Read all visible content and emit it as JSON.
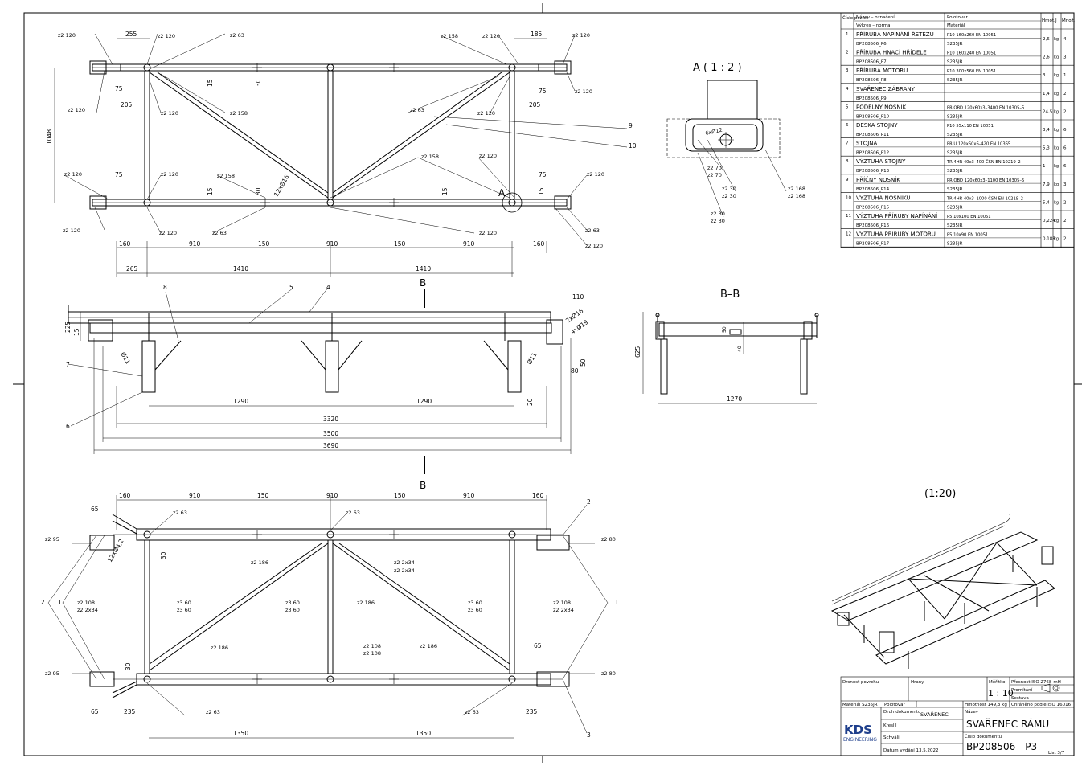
{
  "bom": {
    "headers": [
      "Číslo pozice",
      "Název – označení",
      "Výkres – norma",
      "Polotovar",
      "Materiál",
      "Hmot.",
      "J",
      "Množ."
    ],
    "rows": [
      {
        "pos": "1",
        "name": "PŘÍRUBA NAPÍNÁNÍ ŘETĚZU",
        "drawing": "BP208506_P6",
        "semi": "P10 160x260 EN 10051",
        "material": "S235JR",
        "mass": "2,6",
        "unit": "kg",
        "qty": "4"
      },
      {
        "pos": "2",
        "name": "PŘÍRUBA HNACÍ HŘÍDELE",
        "drawing": "BP208506_P7",
        "semi": "P10 160x240 EN 10051",
        "material": "S235JR",
        "mass": "2,6",
        "unit": "kg",
        "qty": "3"
      },
      {
        "pos": "3",
        "name": "PŘÍRUBA MOTORU",
        "drawing": "BP208506_P8",
        "semi": "P10 300x560 EN 10051",
        "material": "S235JR",
        "mass": "3",
        "unit": "kg",
        "qty": "1"
      },
      {
        "pos": "4",
        "name": "SVAŘENEC ZÁBRANY",
        "drawing": "BP208506_P9",
        "semi": "",
        "material": "",
        "mass": "1,4",
        "unit": "kg",
        "qty": "2"
      },
      {
        "pos": "5",
        "name": "PODÉLNÝ NOSNÍK",
        "drawing": "BP208506_P10",
        "semi": "PR OBD 120x60x3–3400 EN 10305–5",
        "material": "S235JR",
        "mass": "24,5",
        "unit": "kg",
        "qty": "2"
      },
      {
        "pos": "6",
        "name": "DESKA STOJNY",
        "drawing": "BP208506_P11",
        "semi": "P10 55x110 EN 10051",
        "material": "S235JR",
        "mass": "3,4",
        "unit": "kg",
        "qty": "6"
      },
      {
        "pos": "7",
        "name": "STOJNA",
        "drawing": "BP208506_P12",
        "semi": "PR U 120x60x6–420 EN 10365",
        "material": "S235JR",
        "mass": "5,3",
        "unit": "kg",
        "qty": "6"
      },
      {
        "pos": "8",
        "name": "VÝZTUHA STOJNY",
        "drawing": "BP208506_P13",
        "semi": "TR 4HR 40x3–400 ČSN EN 10219–2",
        "material": "S235JR",
        "mass": "1",
        "unit": "kg",
        "qty": "6"
      },
      {
        "pos": "9",
        "name": "PŘÍČNÝ NOSNÍK",
        "drawing": "BP208506_P14",
        "semi": "PR OBD 120x60x3–1100 EN 10305–5",
        "material": "S235JR",
        "mass": "7,9",
        "unit": "kg",
        "qty": "3"
      },
      {
        "pos": "10",
        "name": "VÝZTUHA NOSNÍKU",
        "drawing": "BP208506_P15",
        "semi": "TR 4HR 40x3–1000 ČSN EN 10219–2",
        "material": "S235JR",
        "mass": "5,4",
        "unit": "kg",
        "qty": "2"
      },
      {
        "pos": "11",
        "name": "VÝZTUHA PŘÍRUBY NAPÍNÁNÍ",
        "drawing": "BP208506_P16",
        "semi": "P5 10x100 EN 10051",
        "material": "S235JR",
        "mass": "0,224",
        "unit": "kg",
        "qty": "2"
      },
      {
        "pos": "12",
        "name": "VÝZTUHA PŘÍRUBY MOTORU",
        "drawing": "BP208506_P17",
        "semi": "P5 10x90 EN 10051",
        "material": "S235JR",
        "mass": "0,188",
        "unit": "kg",
        "qty": "2"
      }
    ]
  },
  "views": {
    "detail_a_title": "A ( 1 : 2 )",
    "section_bb_title": "B–B",
    "iso_scale": "(1:20)",
    "section_letter": "B",
    "detail_letter": "A"
  },
  "top_dims": {
    "row_top": [
      "255",
      "185"
    ],
    "row_bottom": [
      "160",
      "910",
      "150",
      "910",
      "150",
      "910",
      "160"
    ],
    "row_sum": [
      "265",
      "1410",
      "1410"
    ],
    "left": [
      "75",
      "205",
      "75"
    ],
    "right": [
      "75",
      "205",
      "75"
    ],
    "height": "1048",
    "small": [
      "15",
      "30",
      "15",
      "30",
      "15",
      "15"
    ],
    "hole": "12xØ16"
  },
  "side_dims": {
    "overall": [
      "3320",
      "3500",
      "3690"
    ],
    "spans": [
      "1290",
      "1290"
    ],
    "misc": [
      "225",
      "15",
      "110",
      "2xØ16",
      "4xØ19",
      "Ø11",
      "Ø11",
      "50",
      "80",
      "20"
    ]
  },
  "bb_dims": {
    "width": "1270",
    "height": "625",
    "a": "50",
    "b": "40"
  },
  "bottom_dims": {
    "top": [
      "160",
      "910",
      "150",
      "910",
      "150",
      "910",
      "160"
    ],
    "left": "65",
    "left_bottom": [
      "65",
      "235"
    ],
    "right_bottom": "235",
    "right": "65",
    "spans": [
      "1350",
      "1350"
    ],
    "small": [
      "30",
      "30"
    ],
    "hole": "12xØ4,2"
  },
  "welds": {
    "top": [
      "z2 120",
      "z2 120",
      "z2 63",
      "z2 158",
      "z2 120",
      "z2 120",
      "z2 120",
      "z2 120",
      "z2 158",
      "z2 63",
      "z2 120",
      "z2 120",
      "z2 120",
      "z2 120",
      "z2 158",
      "z2 158",
      "z2 120",
      "z2 120",
      "z2 120",
      "z2 120",
      "z2 63",
      "z2 120",
      "z2 63",
      "z2 120"
    ],
    "bottom": [
      "z2 63",
      "z2 63",
      "z2 95",
      "z2 80",
      "z2 186",
      "z2 2x34",
      "z2 2x34",
      "z2 108",
      "z2 2x34",
      "z3 60",
      "z3 60",
      "z3 60",
      "z3 60",
      "z2 186",
      "z3 60",
      "z3 60",
      "z2 108",
      "z2 2x34",
      "z2 186",
      "z2 108",
      "z2 108",
      "z2 186",
      "z2 95",
      "z2 80",
      "z2 63",
      "z2 63"
    ],
    "detail_a": [
      "z2 70",
      "z2 70",
      "z2 30",
      "z2 30",
      "z2 30",
      "z2 30",
      "z2 168",
      "z2 168"
    ],
    "detail_hole": "6xØ12"
  },
  "title_block": {
    "surface_label": "Drsnost povrchu",
    "edges_label": "Hrany",
    "scale_label": "Měřítko",
    "scale": "1 : 10",
    "tolerance": "Přesnost ISO 2768-mH",
    "projection": "Promítání",
    "assembly": "Sestava",
    "material_label": "Materiál S235JR",
    "semi_label": "Polotovar",
    "mass": "Hmotnost 149,3 kg",
    "protection": "Chráněno podle ISO 16016",
    "doc_type_label": "Druh dokumentu",
    "doc_type": "SVAŘENEC",
    "drawn_label": "Kreslil",
    "approved_label": "Schválil",
    "date": "Datum vydání 13.5.2022",
    "name_label": "Název",
    "name": "SVAŘENEC RÁMU",
    "docnum_label": "Číslo dokumentu",
    "docnum": "BP208506__P3",
    "sheet": "List 3/7",
    "company": "KDS",
    "company_sub": "ENGINEERING"
  },
  "balloons": {
    "top": [
      "9",
      "10"
    ],
    "side": [
      "8",
      "5",
      "4",
      "7",
      "6"
    ],
    "bottom": [
      "2",
      "12",
      "1",
      "11",
      "3"
    ]
  }
}
